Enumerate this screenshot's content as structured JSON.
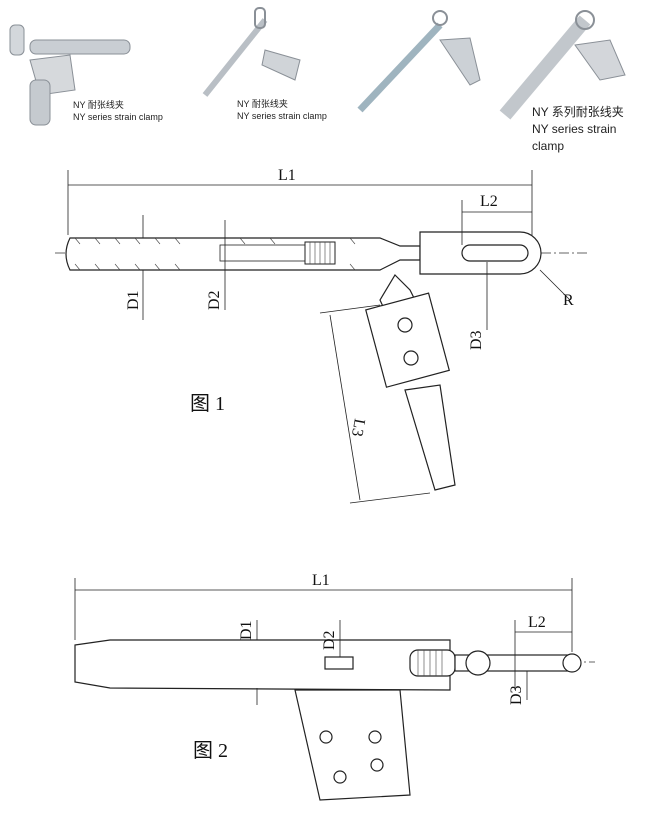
{
  "products": [
    {
      "name_cn": "NY 耐张线夹",
      "name_en": "NY series strain clamp"
    },
    {
      "name_cn": "NY 耐张线夹",
      "name_en": "NY series strain clamp"
    },
    {
      "name_cn": "NY 系列耐张线夹",
      "name_en": "NY series strain clamp"
    }
  ],
  "figure1": {
    "caption": "图 1",
    "labels": {
      "L1": "L1",
      "L2": "L2",
      "D1": "D1",
      "D2": "D2",
      "D3": "D3",
      "R": "R",
      "L3": "L3"
    }
  },
  "figure2": {
    "caption": "图 2",
    "labels": {
      "L1": "L1",
      "L2": "L2",
      "D1": "D1",
      "D2": "D2",
      "D3": "D3"
    }
  }
}
